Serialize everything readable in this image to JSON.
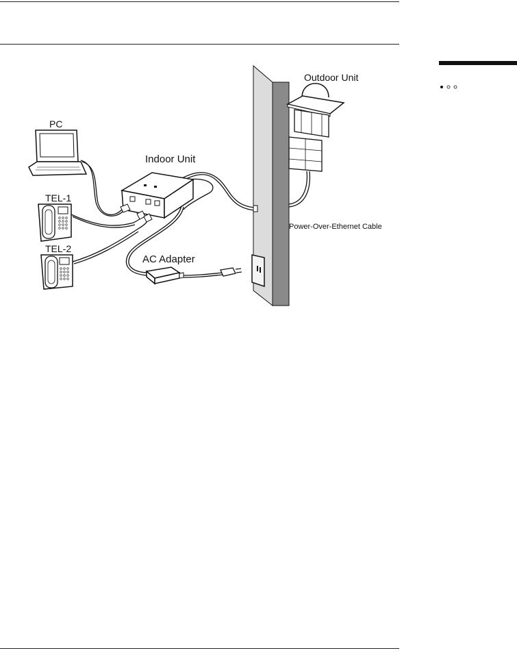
{
  "diagram": {
    "labels": {
      "pc": "PC",
      "tel1": "TEL-1",
      "tel2": "TEL-2",
      "indoor_unit": "Indoor Unit",
      "outdoor_unit": "Outdoor Unit",
      "ac_adapter": "AC Adapter",
      "poe_cable": "Power-Over-Ethernet Cable"
    },
    "colors": {
      "wall_front": "#dcdcdc",
      "wall_side": "#8a8a8a",
      "line": "#111111"
    }
  },
  "side_nav": {
    "indicator_count": 3,
    "active_index": 0
  }
}
